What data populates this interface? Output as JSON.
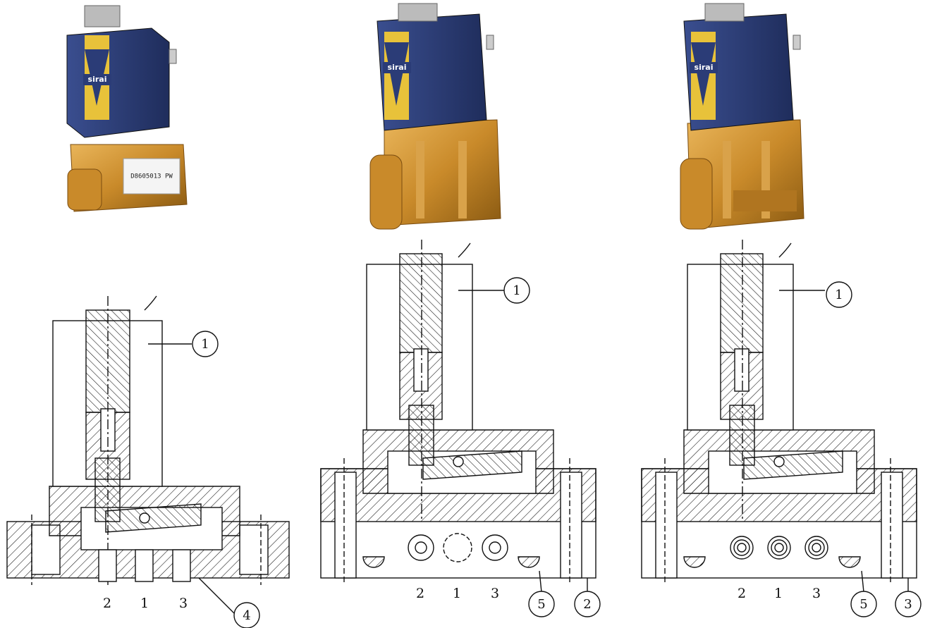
{
  "photos": [
    {
      "logo_text": "sirai",
      "plate_text": "D8605013  PW"
    },
    {
      "logo_text": "sirai"
    },
    {
      "logo_text": "sirai"
    }
  ],
  "sections": [
    {
      "callouts": [
        "1",
        "4"
      ],
      "port_labels": [
        "2",
        "1",
        "3"
      ]
    },
    {
      "callouts": [
        "1",
        "5",
        "2"
      ],
      "port_labels": [
        "2",
        "1",
        "3"
      ]
    },
    {
      "callouts": [
        "1",
        "5",
        "3"
      ],
      "port_labels": [
        "2",
        "1",
        "3"
      ]
    }
  ],
  "colors": {
    "coil_blue": "#2b3c77",
    "label_yellow": "#e8c23a",
    "body_amber": "#c98a2a",
    "line": "#111111"
  }
}
